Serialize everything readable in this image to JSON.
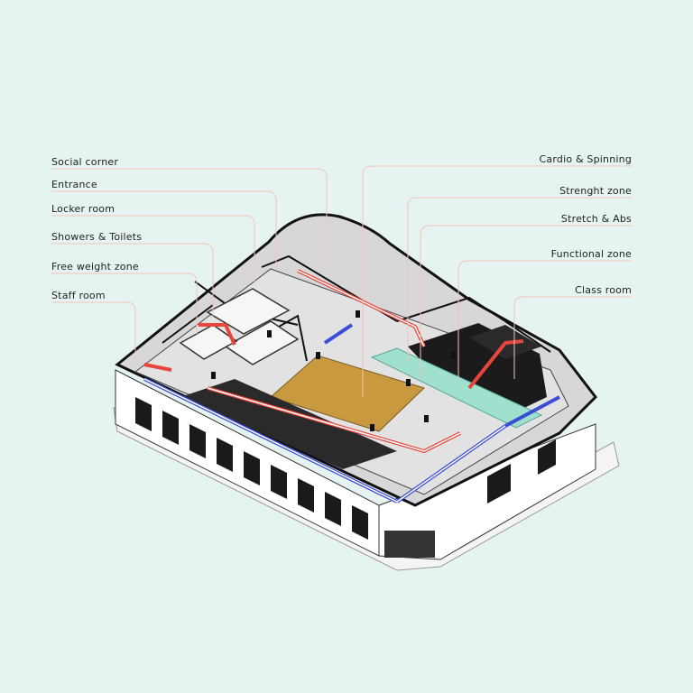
{
  "labels_left": [
    {
      "id": "social-corner",
      "text": "Social corner"
    },
    {
      "id": "entrance",
      "text": "Entrance"
    },
    {
      "id": "locker-room",
      "text": "Locker room"
    },
    {
      "id": "showers-toilets",
      "text": "Showers & Toilets"
    },
    {
      "id": "free-weight-zone",
      "text": "Free weight zone"
    },
    {
      "id": "staff-room",
      "text": "Staff room"
    }
  ],
  "labels_right": [
    {
      "id": "cardio-spinning",
      "text": "Cardio & Spinning"
    },
    {
      "id": "strength-zone",
      "text": "Strenght zone"
    },
    {
      "id": "stretch-abs",
      "text": "Stretch & Abs"
    },
    {
      "id": "functional-zone",
      "text": "Functional zone"
    },
    {
      "id": "class-room",
      "text": "Class room"
    }
  ],
  "colors": {
    "background": "#e6f4f1",
    "leader_line": "#f2c4b4",
    "duct_red": "#e8453c",
    "duct_blue": "#3b4cd6",
    "duct_mint": "#9fe0cf",
    "wood_floor": "#c9993f",
    "wall": "#111111"
  }
}
